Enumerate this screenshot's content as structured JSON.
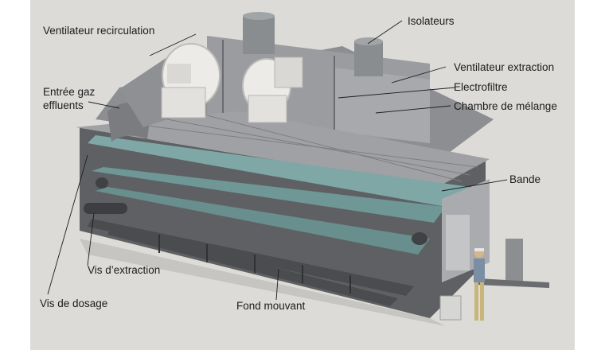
{
  "labels": {
    "isolateurs": "Isolateurs",
    "ventilateur_recirculation": "Ventilateur recirculation",
    "ventilateur_extraction": "Ventilateur extraction",
    "electrofiltre": "Electrofiltre",
    "entree_gaz_line1": "Entrée gaz",
    "entree_gaz_line2": "effluents",
    "chambre_melange": "Chambre de mélange",
    "bande": "Bande",
    "vis_extraction": "Vis d’extraction",
    "vis_dosage": "Vis de dosage",
    "fond_mouvant": "Fond mouvant"
  },
  "colors": {
    "background": "#dcdbd8",
    "frame": "#6e7073",
    "belt": "#7fa7a6",
    "fan": "#ecebe8"
  }
}
